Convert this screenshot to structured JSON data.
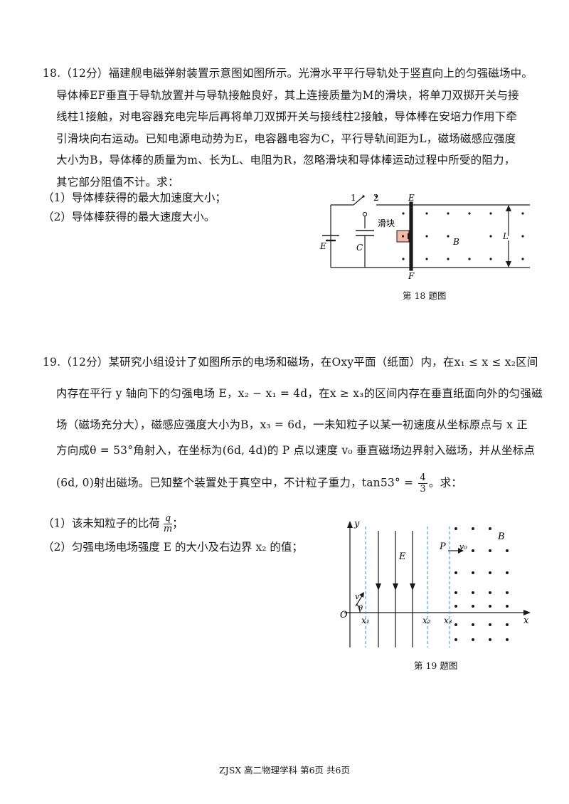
{
  "q18": {
    "lines": [
      "18.（12分）福建舰电磁弹射装置示意图如图所示。光滑水平平行导轨处于竖直向上的匀强磁场中。",
      "导体棒EF垂直于导轨放置并与导轨接触良好，其上连接质量为M的滑块，将单刀双掷开关与接",
      "线柱1接触，对电容器充电完毕后再将单刀双掷开关与接线柱2接触，导体棒在安培力作用下牵",
      "引滑块向右运动。已知电源电动势为E，电容器电容为C，平行导轨间距为L，磁场磁感应强度",
      "大小为B，导体棒的质量为m、长为L、电阻为R，忽略滑块和导体棒运动过程中所受的阻力，",
      "其它部分阻值不计。求："
    ],
    "sub1": "（1）导体棒获得的最大加速度大小；",
    "sub2": "（2）导体棒获得的最大速度大小。",
    "figure": {
      "label_1": "1",
      "label_2": "2",
      "label_E_top": "E",
      "label_F": "F",
      "label_slider": "滑块",
      "label_battery": "E",
      "label_capacitor": "C",
      "label_B": "B",
      "label_L": "L"
    },
    "caption": "第 18 题图"
  },
  "q19": {
    "line1": "19.（12分）某研究小组设计了如图所示的电场和磁场，在Oxy平面（纸面）内，在x₁ ≤ x ≤ x₂区间",
    "line2": "内存在平行 y 轴向下的匀强电场 E，x₂ − x₁ = 4d，在x ≥ x₃的区间内存在垂直纸面向外的匀强磁",
    "line3": "场（磁场充分大），磁感应强度大小为B，x₃ = 6d，一未知粒子以某一初速度从坐标原点与 x 正",
    "line4": "方向成θ = 53°角射入，在坐标为(6d, 4d)的 P 点以速度 v₀ 垂直磁场边界射入磁场，并从坐标点",
    "line5": "(6d, 0)射出磁场。已知整个装置处于真空中，不计粒子重力，tan53° =",
    "frac_num": "4",
    "frac_den": "3",
    "line5_end": "。求：",
    "sub1_pre": "（1）该未知粒子的比荷",
    "sub1_num": "q",
    "sub1_den": "m",
    "sub1_end": "；",
    "sub2": "（2）匀强电场电场强度 E 的大小及右边界 x₂ 的值；",
    "figure": {
      "label_y": "y",
      "label_x": "x",
      "label_O": "O",
      "label_E": "E",
      "label_P": "P",
      "label_v0": "v₀",
      "label_B": "B",
      "label_v": "v",
      "label_theta": "θ",
      "label_x1": "x₁",
      "label_x2": "x₂",
      "label_x3": "x₃"
    },
    "caption": "第 19 题图"
  },
  "footer": "ZJSX 高二物理学科 第6页 共6页",
  "colors": {
    "text": "#1a1a1a",
    "dashed_boundary": "#3aa0d8",
    "slider_fill": "#f2b8a8"
  }
}
